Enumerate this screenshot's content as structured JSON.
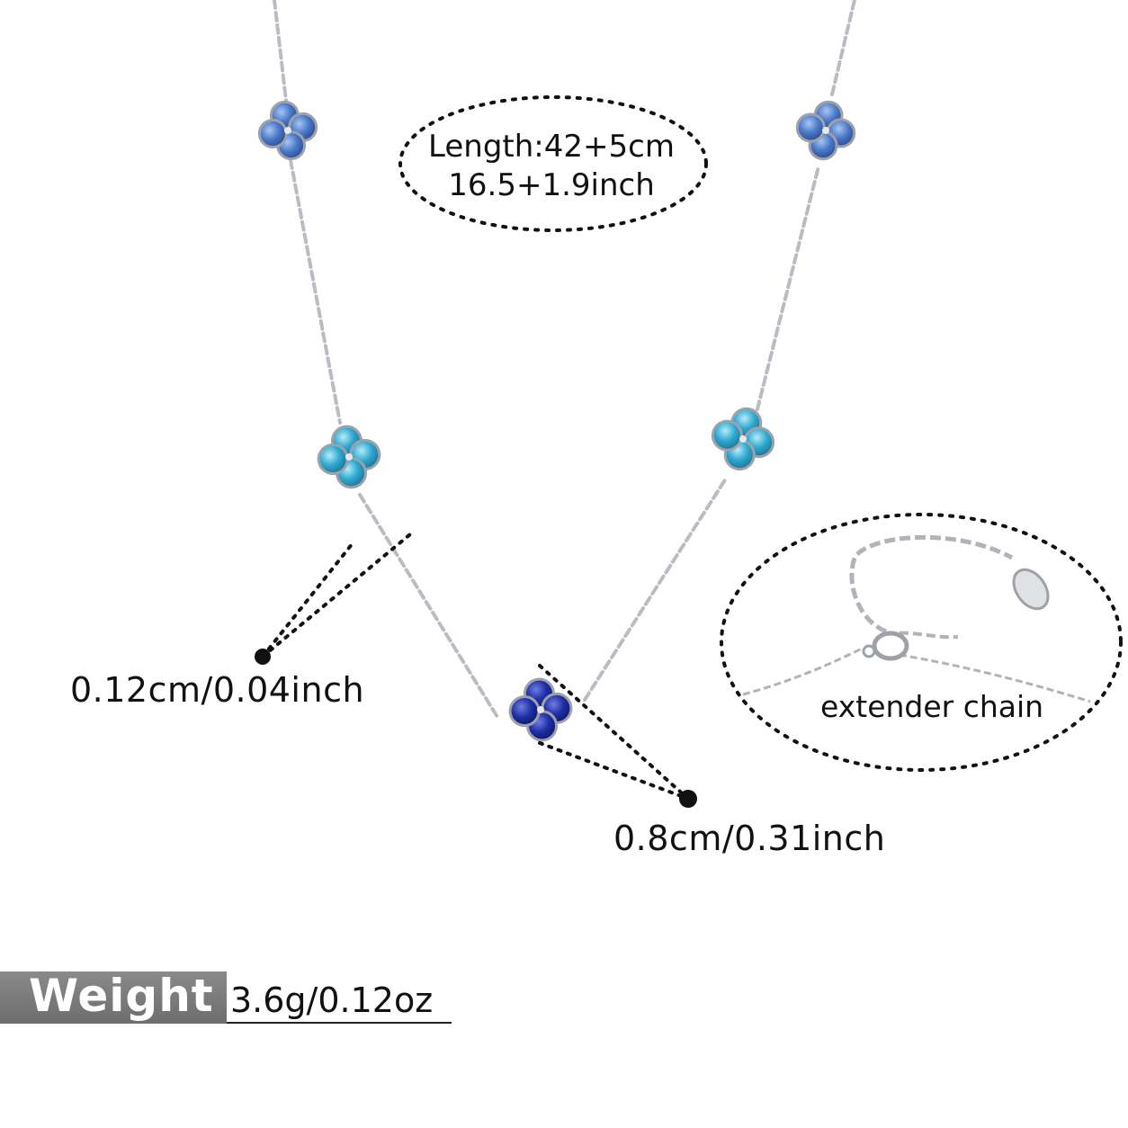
{
  "product": {
    "length_line1": "Length:42+5cm",
    "length_line2": "16.5+1.9inch",
    "chain_thickness": "0.12cm/0.04inch",
    "charm_size": "0.8cm/0.31inch",
    "extender_label": "extender chain",
    "weight_label": "Weight",
    "weight_value": "3.6g/0.12oz"
  },
  "colors": {
    "silver": "#b9bcc2",
    "stone_mid_blue": "#4a78c8",
    "stone_aqua": "#2fa7cf",
    "stone_royal_blue": "#1f2fa6",
    "weight_box": "#7a7a7a"
  },
  "icons": [
    "clover-charm-icon",
    "lobster-clasp-icon",
    "tag-charm-icon"
  ]
}
